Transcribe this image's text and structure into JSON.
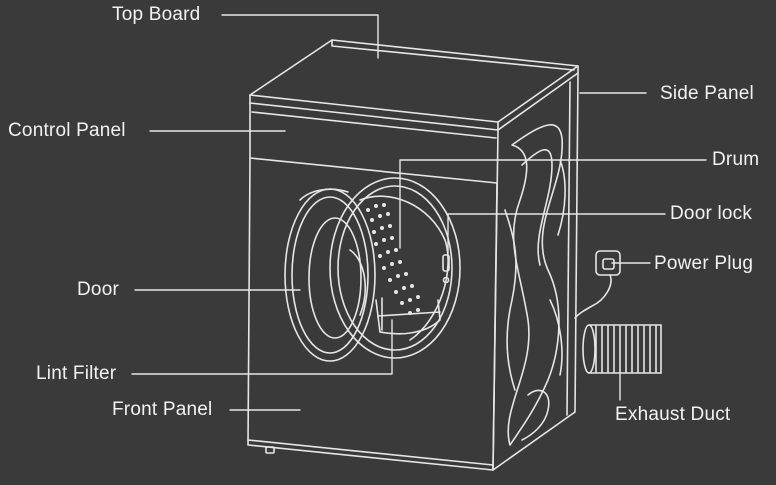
{
  "colors": {
    "background": "#3a3a3a",
    "line": "#e6e6e6",
    "text": "#f2f2f2"
  },
  "labels": {
    "top_board": "Top Board",
    "control_panel": "Control Panel",
    "door": "Door",
    "lint_filter": "Lint Filter",
    "front_panel": "Front Panel",
    "side_panel": "Side Panel",
    "drum": "Drum",
    "door_lock": "Door lock",
    "power_plug": "Power Plug",
    "exhaust_duct": "Exhaust Duct"
  }
}
